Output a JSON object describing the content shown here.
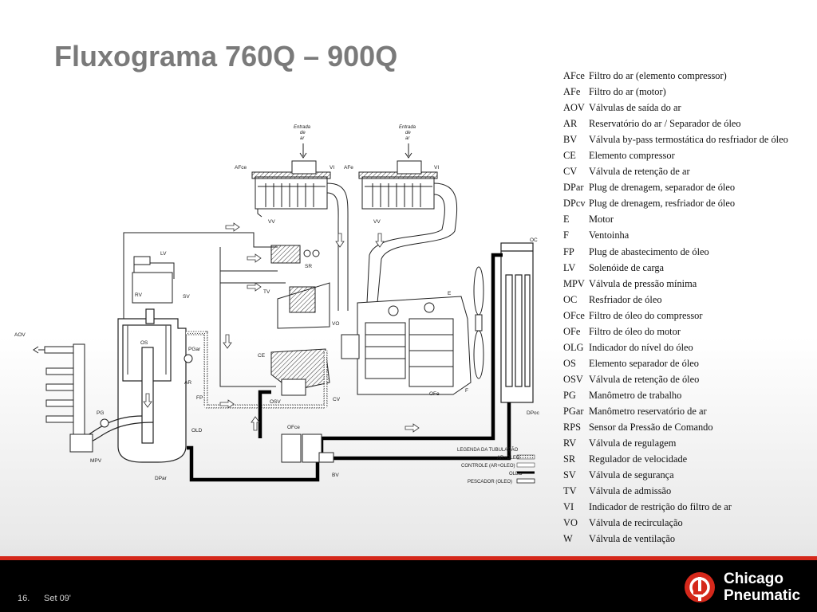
{
  "slide": {
    "title": "Fluxograma 760Q – 900Q",
    "slide_number": "16.",
    "date": "Set 09'"
  },
  "brand": {
    "line1": "Chicago",
    "line2": "Pneumatic",
    "logo_color": "#d5281b",
    "footer_color": "#000000"
  },
  "legend": [
    {
      "code": "AFce",
      "desc": "Filtro do ar (elemento compressor)"
    },
    {
      "code": "AFe",
      "desc": "Filtro do ar (motor)"
    },
    {
      "code": "AOV",
      "desc": "Válvulas de saída do ar"
    },
    {
      "code": "AR",
      "desc": "Reservatório do ar / Separador de óleo"
    },
    {
      "code": "BV",
      "desc": "Válvula by-pass termostática do resfriador de óleo"
    },
    {
      "code": "CE",
      "desc": "Elemento compressor"
    },
    {
      "code": "CV",
      "desc": "Válvula de retenção de ar"
    },
    {
      "code": "DPar",
      "desc": "Plug de drenagem, separador de óleo"
    },
    {
      "code": "DPcv",
      "desc": "Plug de drenagem, resfriador de óleo"
    },
    {
      "code": "E",
      "desc": "Motor"
    },
    {
      "code": "F",
      "desc": "Ventoinha"
    },
    {
      "code": "FP",
      "desc": "Plug de abastecimento de óleo"
    },
    {
      "code": "LV",
      "desc": "Solenóide de carga"
    },
    {
      "code": "MPV",
      "desc": "Válvula de pressão mínima"
    },
    {
      "code": "OC",
      "desc": "Resfriador de óleo"
    },
    {
      "code": "OFce",
      "desc": "Filtro de óleo do compressor"
    },
    {
      "code": "OFe",
      "desc": "Filtro de óleo do motor"
    },
    {
      "code": "OLG",
      "desc": "Indicador do nível do óleo"
    },
    {
      "code": "OS",
      "desc": "Elemento separador de óleo"
    },
    {
      "code": "OSV",
      "desc": "Válvula de retenção de óleo"
    },
    {
      "code": "PG",
      "desc": "Manômetro de trabalho"
    },
    {
      "code": "PGar",
      "desc": "Manômetro reservatório de ar"
    },
    {
      "code": "RPS",
      "desc": "Sensor da Pressão de Comando"
    },
    {
      "code": "RV",
      "desc": "Válvula de regulagem"
    },
    {
      "code": "SR",
      "desc": "Regulador de velocidade"
    },
    {
      "code": "SV",
      "desc": "Válvula de segurança"
    },
    {
      "code": "TV",
      "desc": "Válvula de admissão"
    },
    {
      "code": "VI",
      "desc": "Indicador de restrição do filtro de ar"
    },
    {
      "code": "VO",
      "desc": "Válvula de recirculação"
    },
    {
      "code": "W",
      "desc": "Válvula de ventilação"
    }
  ],
  "diagram": {
    "inlet_label": "Entrada de ar",
    "component_labels": [
      "AFce",
      "AFe",
      "VI",
      "VI",
      "VV",
      "VV",
      "LV",
      "SR",
      "RV",
      "SV",
      "TV",
      "VO",
      "AOV",
      "OS",
      "PGar",
      "CE",
      "AR",
      "FP",
      "OLD",
      "PG",
      "MPV",
      "DPar",
      "OSV",
      "CV",
      "OFce",
      "BV",
      "E",
      "OFe",
      "F",
      "OC",
      "DPoc"
    ],
    "tubing_legend": {
      "title": "LEGENDA DA TUBULAÇÃO",
      "items": [
        "AR+OLEO",
        "CONTROLE (AR+OLEO)",
        "OLEO",
        "PESCADOR (OLEO)"
      ]
    }
  }
}
